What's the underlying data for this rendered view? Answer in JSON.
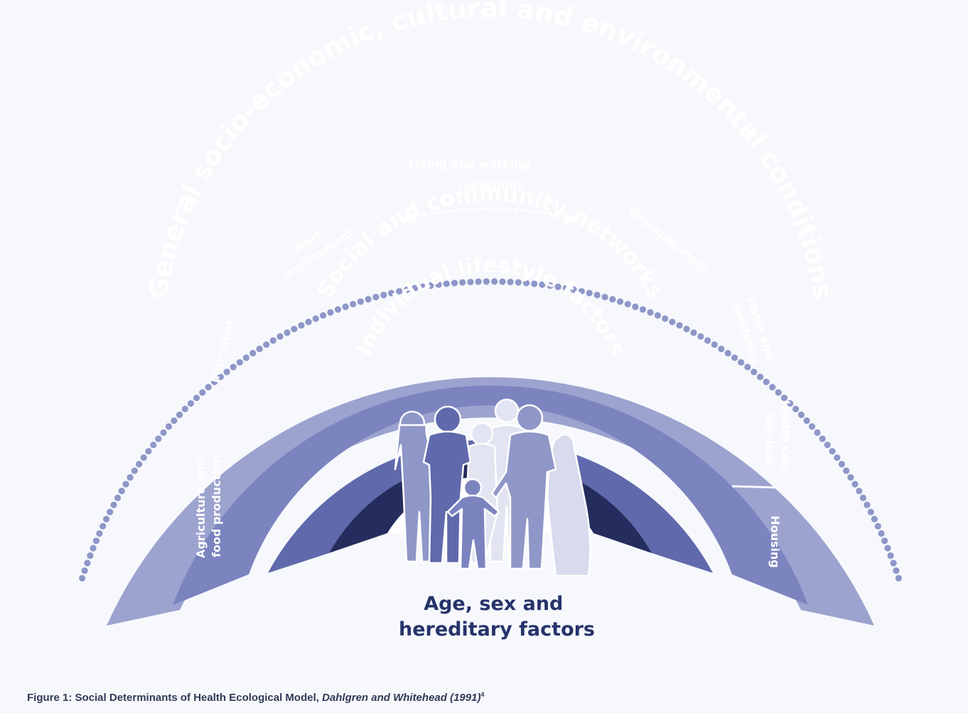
{
  "rings": {
    "outer": "General socio-economic, cultural and environmental conditions",
    "social": "Social and community networks",
    "individual": "Individual lifestyle factors"
  },
  "segments": {
    "agriculture": [
      "Agriculture and",
      "food production"
    ],
    "education": [
      "Education"
    ],
    "work": [
      "Work",
      "environment"
    ],
    "living": [
      "Living and working",
      "conditions"
    ],
    "unemployment": [
      "Unemployment"
    ],
    "water": [
      "Water and",
      "sanitation"
    ],
    "health": [
      "Health care",
      "services"
    ],
    "housing": [
      "Housing"
    ]
  },
  "center": {
    "line1": "Age, sex and",
    "line2": "hereditary factors"
  },
  "caption": {
    "prefix": "Figure 1: Social Determinants of Health Ecological Model, ",
    "citation": "Dahlgren and Whitehead (1991)",
    "ref": "4"
  },
  "colors": {
    "background": "#f6f8fc",
    "outer_ring": "#9ca3cf",
    "segments": "#7b84bf",
    "social_ring": "#5f69ac",
    "individual_ring": "#252c5e",
    "dots": "#8f97c8",
    "center_text": "#26336b"
  },
  "icons": {
    "family": "family-silhouette-icon",
    "arrow": "double-arrow-icon"
  }
}
